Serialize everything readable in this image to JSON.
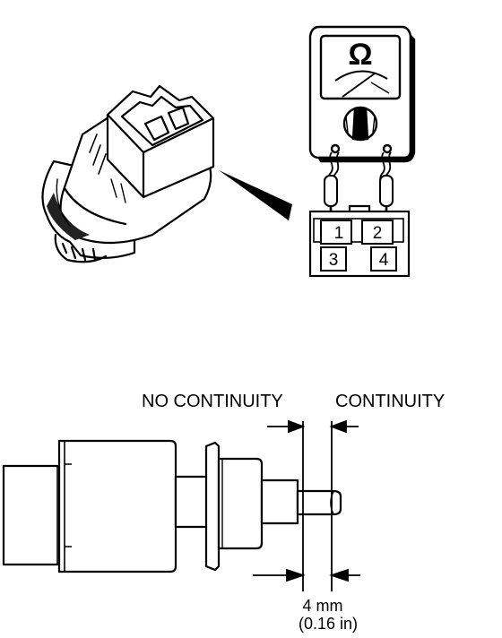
{
  "meter": {
    "symbol": "Ω"
  },
  "connector": {
    "pins": [
      "1",
      "2",
      "3",
      "4"
    ]
  },
  "labels": {
    "no_continuity": "NO CONTINUITY",
    "continuity": "CONTINUITY",
    "dimension_mm": "4 mm",
    "dimension_in": "(0.16 in)"
  },
  "colors": {
    "line": "#000000",
    "background": "#ffffff"
  }
}
